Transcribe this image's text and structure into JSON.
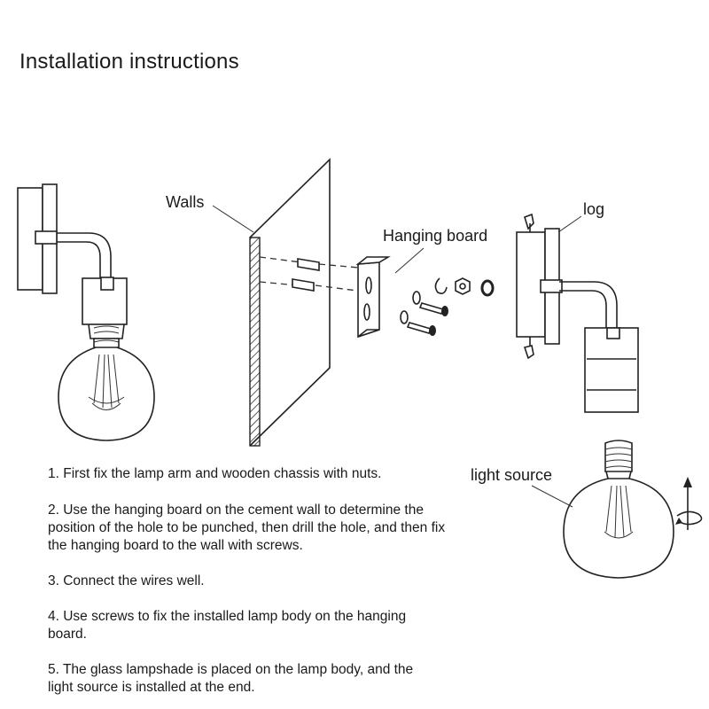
{
  "title": "Installation instructions",
  "labels": {
    "walls": "Walls",
    "hanging_board": "Hanging board",
    "log": "log",
    "light_source": "light source"
  },
  "steps": [
    "1. First fix the lamp arm and wooden chassis with nuts.",
    "2. Use the hanging board on the cement wall to determine the position of the hole to be punched, then drill the hole, and then fix the hanging board to the wall with screws.",
    "3. Connect the wires well.",
    "4. Use screws to fix the installed lamp body on the hanging board.",
    "5. The glass lampshade is placed on the lamp body, and the light source is installed at the end."
  ],
  "icons": [
    "wall-lamp-assembled-icon",
    "wall-panel-icon",
    "hanging-board-icon",
    "screw-icon",
    "washer-icon",
    "nut-icon",
    "wall-lamp-exploded-icon",
    "bulb-icon",
    "rotate-arrow-icon"
  ]
}
